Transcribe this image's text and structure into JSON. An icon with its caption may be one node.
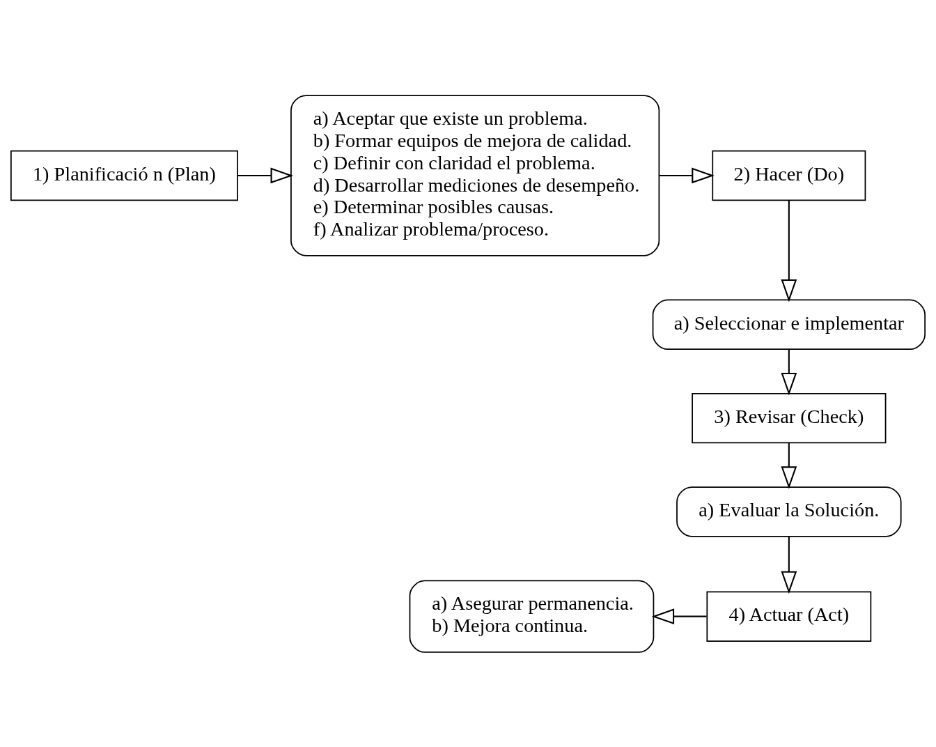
{
  "diagram": {
    "nodes": [
      {
        "text": [
          "1) Planificació n (Plan)"
        ]
      },
      {
        "text": [
          "a) Aceptar que existe un problema.",
          "b) Formar equipos de mejora de calidad.",
          "c) Definir con claridad el problema.",
          "d) Desarrollar mediciones de desempeño.",
          "e) Determinar posibles causas.",
          "f) Analizar problema/proceso."
        ]
      },
      {
        "text": [
          "2) Hacer (Do)"
        ]
      },
      {
        "text": [
          "a) Seleccionar e implementar"
        ]
      },
      {
        "text": [
          "3) Revisar (Check)"
        ]
      },
      {
        "text": [
          "a) Evaluar la Solución."
        ]
      },
      {
        "text": [
          "4) Actuar (Act)"
        ]
      },
      {
        "text": [
          "a) Asegurar permanencia.",
          "b) Mejora continua."
        ]
      }
    ],
    "edges": [
      {
        "from": 0,
        "to": 1,
        "arrow": "to"
      },
      {
        "from": 1,
        "to": 2,
        "arrow": "to"
      },
      {
        "from": 2,
        "to": 3,
        "arrow": "to"
      },
      {
        "from": 3,
        "to": 4,
        "arrow": "to"
      },
      {
        "from": 4,
        "to": 5,
        "arrow": "to"
      },
      {
        "from": 5,
        "to": 6,
        "arrow": "to"
      },
      {
        "from": 6,
        "to": 7,
        "arrow": "to"
      }
    ]
  }
}
